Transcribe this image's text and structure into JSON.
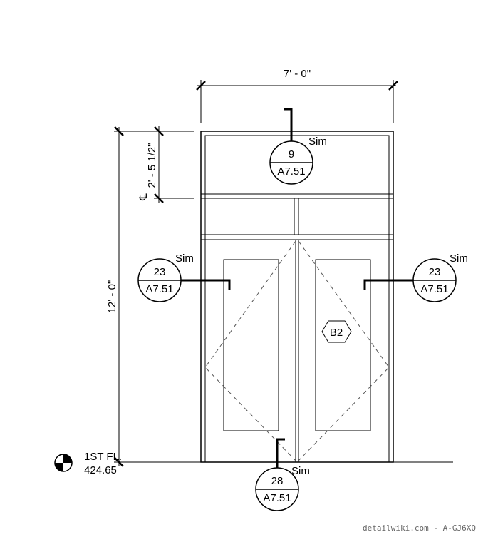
{
  "dimensions": {
    "width_label": "7' - 0\"",
    "height_label": "12' - 0\"",
    "transom_label": "2' - 5 1/2\"",
    "centerline_symbol": "℄"
  },
  "callouts": [
    {
      "number": "9",
      "sheet": "A7.51",
      "note": "Sim"
    },
    {
      "number": "23",
      "sheet": "A7.51",
      "note": "Sim"
    },
    {
      "number": "23",
      "sheet": "A7.51",
      "note": "Sim"
    },
    {
      "number": "28",
      "sheet": "A7.51",
      "note": "Sim"
    }
  ],
  "door_tag": "B2",
  "level": {
    "name": "1ST FL.",
    "elevation": "424.65"
  },
  "watermark": "detailwiki.com - A-GJ6XQ"
}
